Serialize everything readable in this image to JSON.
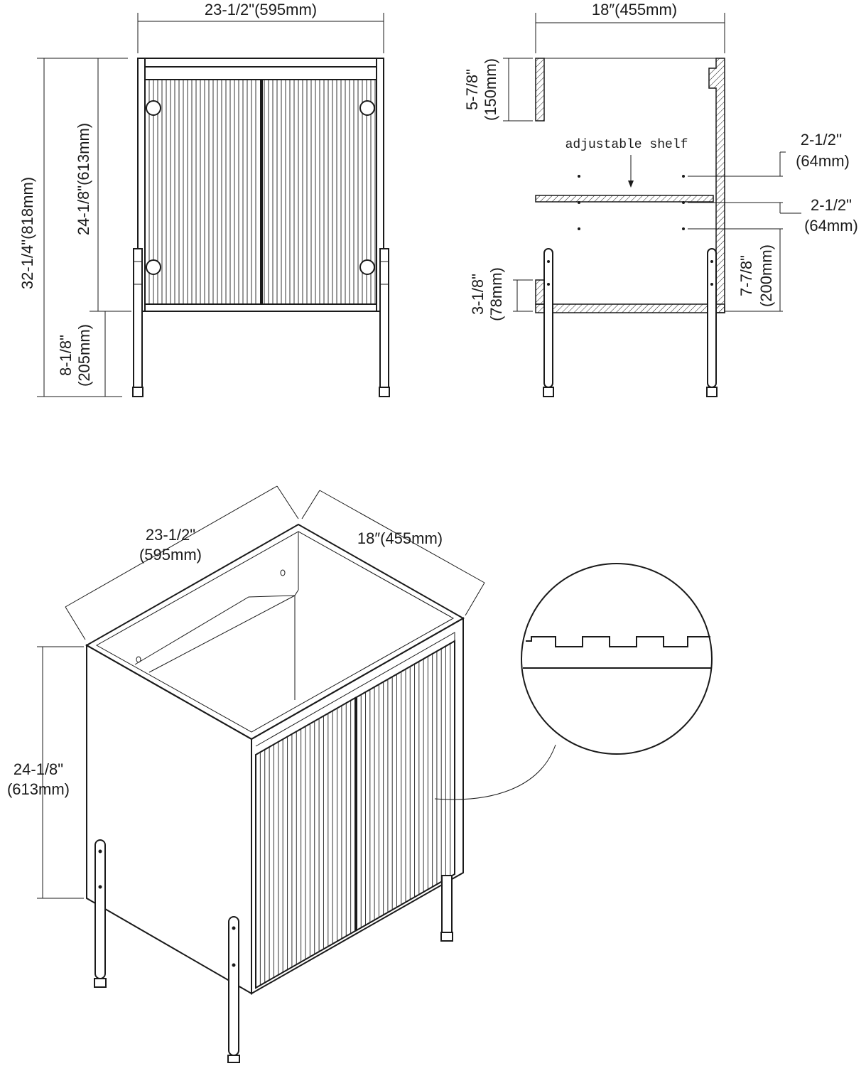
{
  "front_view": {
    "width_label": "23-1/2\"(595mm)",
    "total_height_label": "32-1/4\"(818mm)",
    "cabinet_height_label": "24-1/8\"(613mm)",
    "leg_height_label_1": "8-1/8\"",
    "leg_height_label_2": "(205mm)"
  },
  "side_view": {
    "depth_label": "18″(455mm)",
    "top_rail_label_1": "5-7/8\"",
    "top_rail_label_2": "(150mm)",
    "shelf_annotation": "adjustable shelf",
    "hole_spacing_upper_1": "2-1/2''",
    "hole_spacing_upper_2": "(64mm)",
    "hole_spacing_lower_1": "2-1/2\"",
    "hole_spacing_lower_2": "(64mm)",
    "bottom_rail_label_1": "3-1/8\"",
    "bottom_rail_label_2": "(78mm)",
    "lower_hole_label_1": "7-7/8\"",
    "lower_hole_label_2": "(200mm)"
  },
  "iso_view": {
    "width_label_1": "23-1/2\"",
    "width_label_2": "(595mm)",
    "depth_label": "18″(455mm)",
    "height_label_1": "24-1/8\"",
    "height_label_2": "(613mm)"
  }
}
